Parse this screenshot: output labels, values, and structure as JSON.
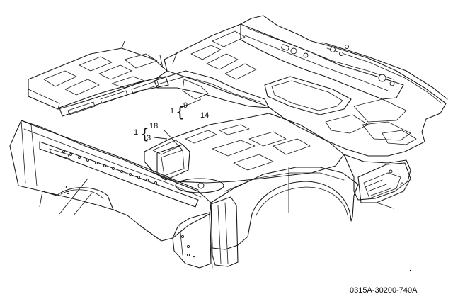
{
  "diagram": {
    "reference_code": "0315A-30200-740A",
    "callouts": [
      {
        "id": "c1a",
        "text": "1"
      },
      {
        "id": "c9",
        "text": "9"
      },
      {
        "id": "c14",
        "text": "14"
      },
      {
        "id": "c1b",
        "text": "1"
      },
      {
        "id": "c18",
        "text": "18"
      },
      {
        "id": "c3",
        "text": "3"
      }
    ],
    "colors": {
      "ink": "#1a1a1a",
      "background": "#ffffff"
    }
  }
}
